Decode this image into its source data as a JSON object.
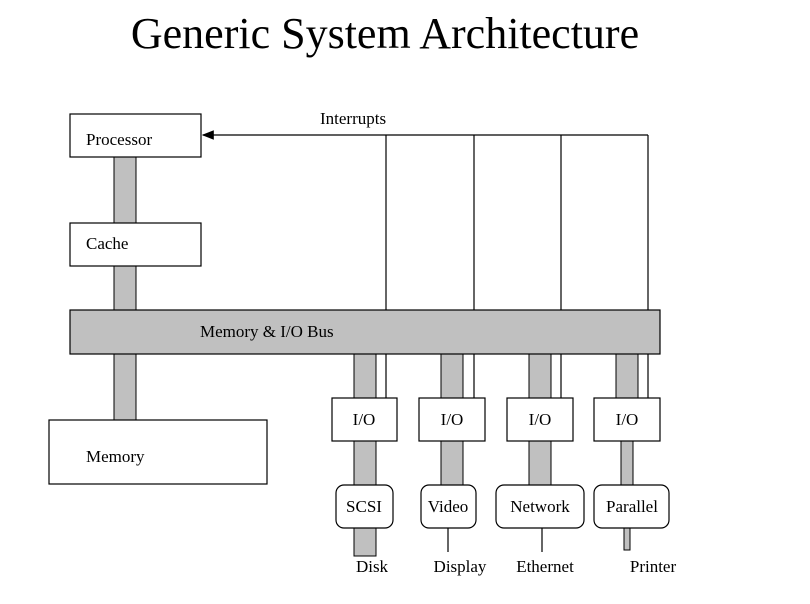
{
  "title": "Generic System Architecture",
  "diagram": {
    "interrupts_label": "Interrupts",
    "processor": "Processor",
    "cache": "Cache",
    "bus": "Memory & I/O Bus",
    "memory": "Memory",
    "io_controllers": [
      {
        "io": "I/O",
        "controller": "SCSI",
        "device": "Disk"
      },
      {
        "io": "I/O",
        "controller": "Video",
        "device": "Display"
      },
      {
        "io": "I/O",
        "controller": "Network",
        "device": "Ethernet"
      },
      {
        "io": "I/O",
        "controller": "Parallel",
        "device": "Printer"
      }
    ],
    "colors": {
      "bus_fill": "#c0c0c0",
      "box_stroke": "#000000"
    }
  }
}
